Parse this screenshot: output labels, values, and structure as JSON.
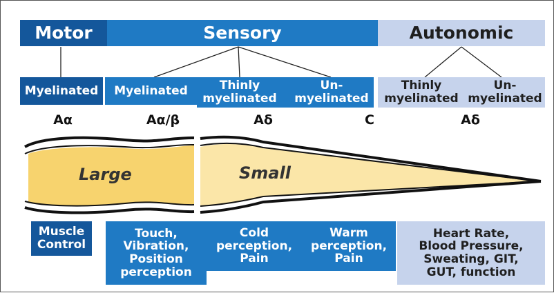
{
  "categories": {
    "motor": "Motor",
    "sensory": "Sensory",
    "autonomic": "Autonomic"
  },
  "subtypes": {
    "motor_myelinated": "Myelinated",
    "sensory_myelinated": "Myelinated",
    "sensory_thin_1": "Thinly",
    "sensory_thin_2": "myelinated",
    "sensory_un_1": "Un-",
    "sensory_un_2": "myelinated",
    "auto_thin_1": "Thinly",
    "auto_thin_2": "myelinated",
    "auto_un_1": "Un-",
    "auto_un_2": "myelinated"
  },
  "fibers": {
    "a_alpha": "Aα",
    "a_alpha_beta": "Aα/β",
    "a_delta": "Aδ",
    "c": "C",
    "a_delta_auto": "Aδ"
  },
  "nerve": {
    "large": "Large",
    "small": "Small"
  },
  "functions": {
    "muscle_1": "Muscle",
    "muscle_2": "Control",
    "touch_1": "Touch,",
    "touch_2": "Vibration,",
    "touch_3": "Position",
    "touch_4": "perception",
    "cold_1": "Cold",
    "cold_2": "perception,",
    "cold_3": "Pain",
    "warm_1": "Warm",
    "warm_2": "perception,",
    "warm_3": "Pain",
    "heart_1": "Heart Rate,",
    "heart_2": "Blood Pressure,",
    "heart_3": "Sweating, GIT,",
    "heart_4": "GUT, function"
  },
  "colors": {
    "dark_blue": "#14579b",
    "mid_blue": "#1f7ac4",
    "light_blue": "#c6d3ec",
    "large_fill": "#f7d36e",
    "small_fill": "#fbe6a8"
  }
}
